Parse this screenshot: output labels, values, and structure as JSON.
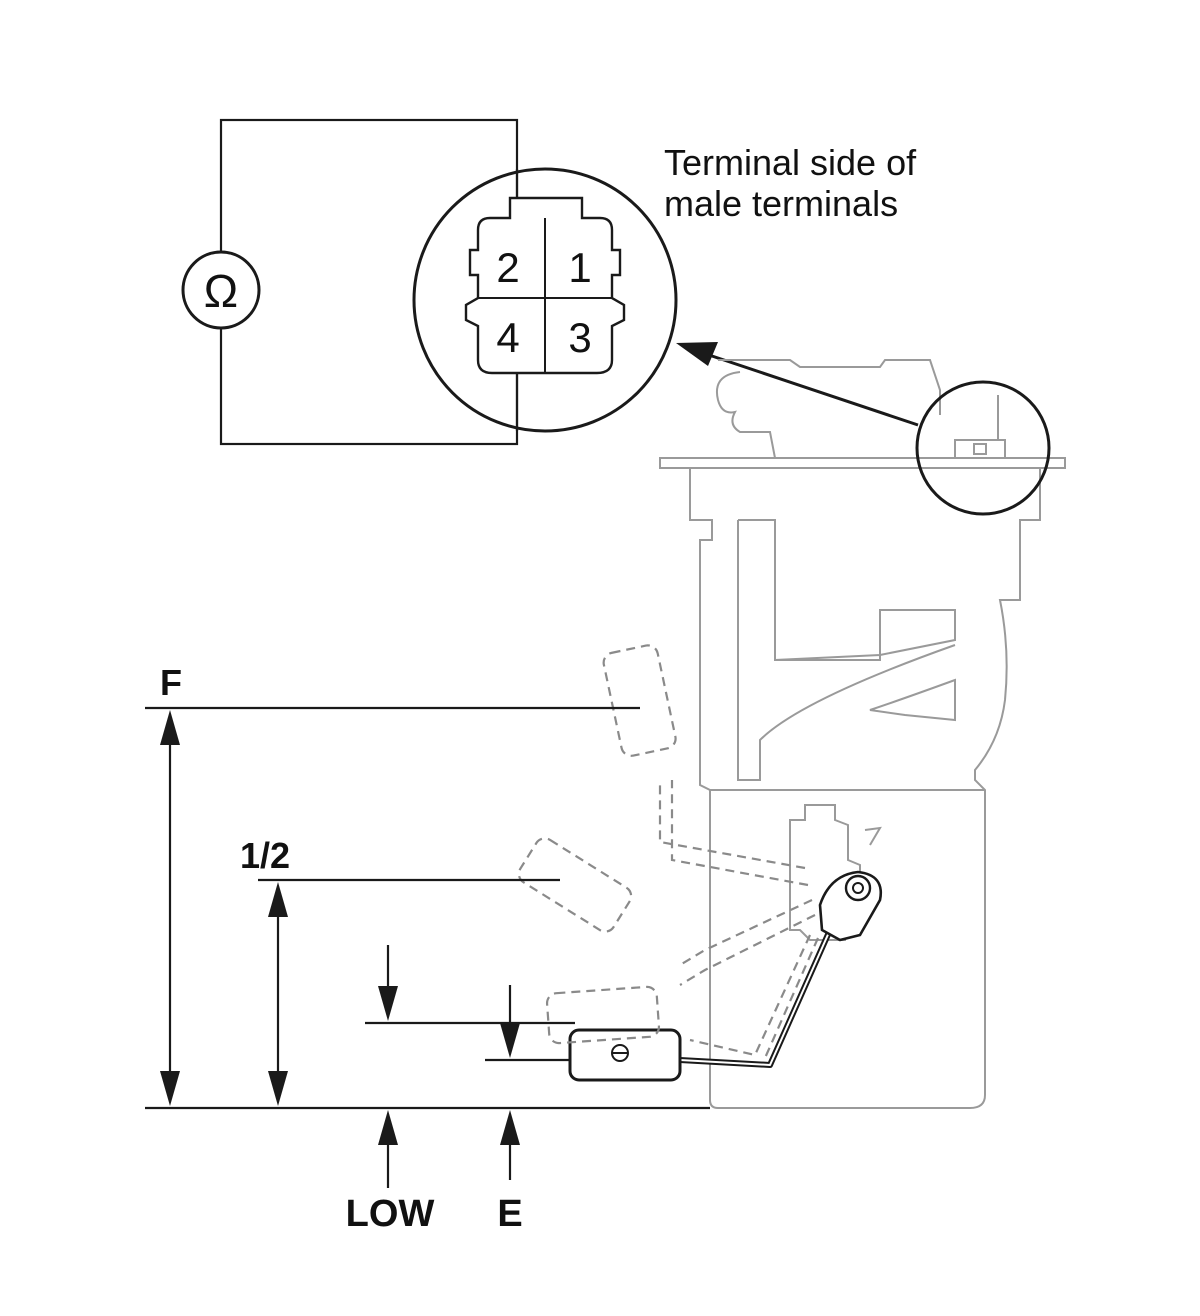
{
  "caption": {
    "line1": "Terminal side of",
    "line2": "male terminals"
  },
  "meter": {
    "symbol": "Ω",
    "icon": "ohmmeter-icon"
  },
  "connector": {
    "pins": [
      "2",
      "1",
      "4",
      "3"
    ]
  },
  "levels": {
    "full": "F",
    "half": "1/2",
    "low": "LOW",
    "empty": "E"
  }
}
